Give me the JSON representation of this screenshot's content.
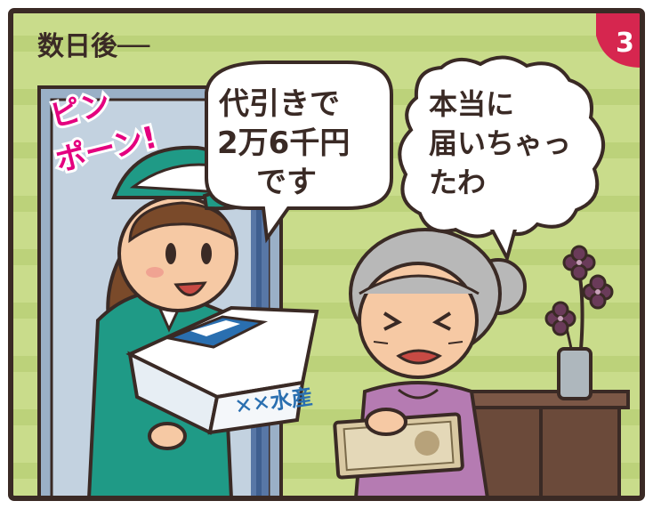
{
  "caption": "数日後──",
  "panel_number": "3",
  "sound_effect": {
    "line1": "ピン",
    "line2": "ポーン!"
  },
  "courier_speech": {
    "line1": "代引きで",
    "line2": "2万6千円",
    "line3": "です"
  },
  "grandma_thought": {
    "line1": "本当に",
    "line2": "届いちゃっ",
    "line3": "たわ"
  },
  "package_label": "✕✕水産",
  "colors": {
    "background_green": "#c9dc8b",
    "stripe_green": "#b9cf73",
    "uniform_teal": "#1f9a86",
    "sfx_pink": "#e4007f",
    "cardigan_purple": "#b57bb2",
    "badge_red": "#d6264f",
    "outline": "#3a2a25"
  }
}
